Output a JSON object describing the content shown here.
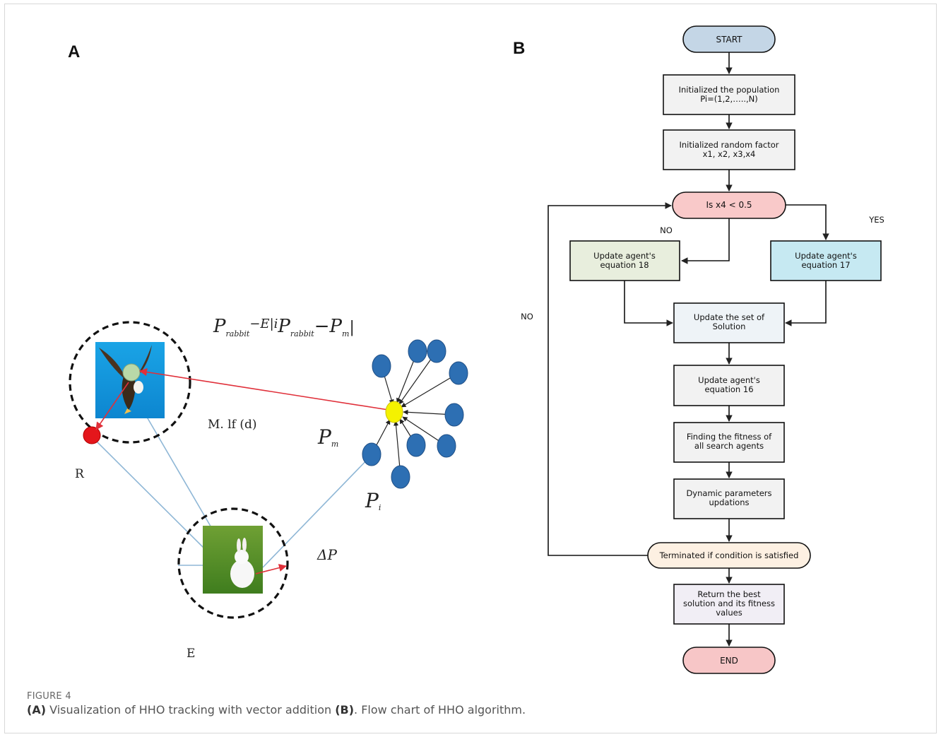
{
  "panels": {
    "a": "A",
    "b": "B"
  },
  "panel_a": {
    "formula": {
      "P1": "P",
      "sub1": "rabbit",
      "minusE": "−E|i",
      "P2": "P",
      "sub2": "rabbit",
      "minus": "−P",
      "sub3": "m",
      "bar": "|"
    },
    "label_mlf": "M. lf (d)",
    "label_pm": {
      "base": "P",
      "sub": "m"
    },
    "label_pi": {
      "base": "P",
      "sub": "i"
    },
    "label_dp": "ΔP",
    "label_r": "R",
    "label_e": "E",
    "colors": {
      "line_blue": "#8fb7d6",
      "arrow_red": "#e0303a",
      "node_blue": "#2d6fb3",
      "node_yellow": "#f5f200",
      "node_red": "#e4161b"
    }
  },
  "flowchart": {
    "start": "START",
    "init_pop": [
      "Initialized the population",
      "Pi=(1,2,…..,N)"
    ],
    "init_rand": [
      "Initialized random factor",
      "x1, x2, x3,x4"
    ],
    "decision": "Is x4 < 0.5",
    "no_label": "NO",
    "yes_label": "YES",
    "eq18": [
      "Update agent's",
      "equation 18"
    ],
    "eq17": [
      "Update agent's",
      "equation 17"
    ],
    "loop_no": "NO",
    "update_set": [
      "Update the set of",
      "Solution"
    ],
    "eq16": [
      "Update agent's",
      "equation 16"
    ],
    "fitness": [
      "Finding the fitness of",
      "all search agents"
    ],
    "dynamic": [
      "Dynamic parameters",
      "updations"
    ],
    "terminate": "Terminated if condition is satisfied",
    "return_best": [
      "Return the best",
      "solution and its fitness",
      "values"
    ],
    "end": "END",
    "colors": {
      "start": "#c4d6e6",
      "end": "#f7c6c7",
      "decision": "#f9c9c9",
      "eq18": "#e8eedd",
      "eq17": "#c6e9f2",
      "box": "#f2f2f2",
      "update_set": "#eef3f7",
      "terminate": "#fdf0e2",
      "return": "#f1eef5"
    }
  },
  "caption": {
    "figure": "FIGURE 4",
    "a_tag": "(A)",
    "a_text": " Visualization of HHO tracking with vector addition ",
    "b_tag": "(B)",
    "b_text": ". Flow chart of HHO algorithm."
  }
}
